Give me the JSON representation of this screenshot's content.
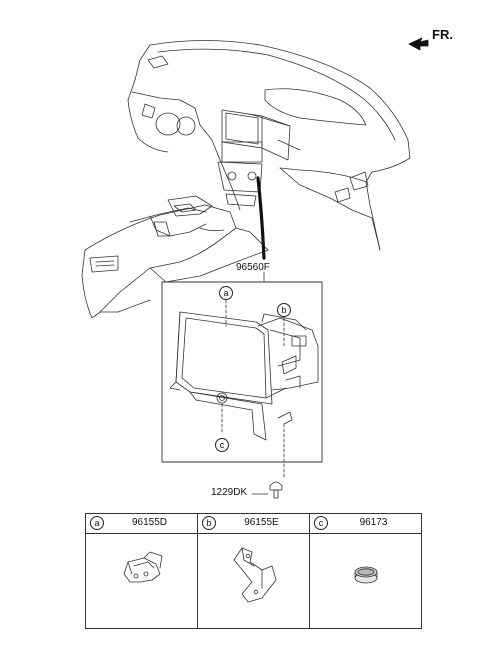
{
  "direction": {
    "label": "FR."
  },
  "assembly": {
    "part_no": "96560F"
  },
  "screw": {
    "part_no": "1229DK"
  },
  "callouts": {
    "a": "a",
    "b": "b",
    "c": "c"
  },
  "parts_table": [
    {
      "letter": "a",
      "part_no": "96155D"
    },
    {
      "letter": "b",
      "part_no": "96155E"
    },
    {
      "letter": "c",
      "part_no": "96173"
    }
  ]
}
